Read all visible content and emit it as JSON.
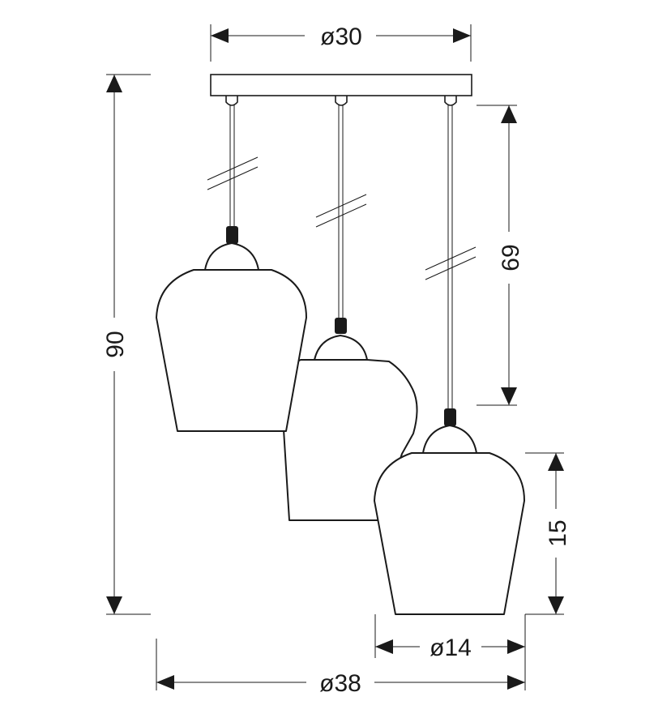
{
  "dimensions": {
    "canopy_diameter": "ø30",
    "total_height": "90",
    "cord_length": "69",
    "shade_height": "15",
    "shade_diameter": "ø14",
    "total_diameter": "ø38"
  },
  "colors": {
    "line": "#1a1a1a",
    "background": "#ffffff"
  }
}
